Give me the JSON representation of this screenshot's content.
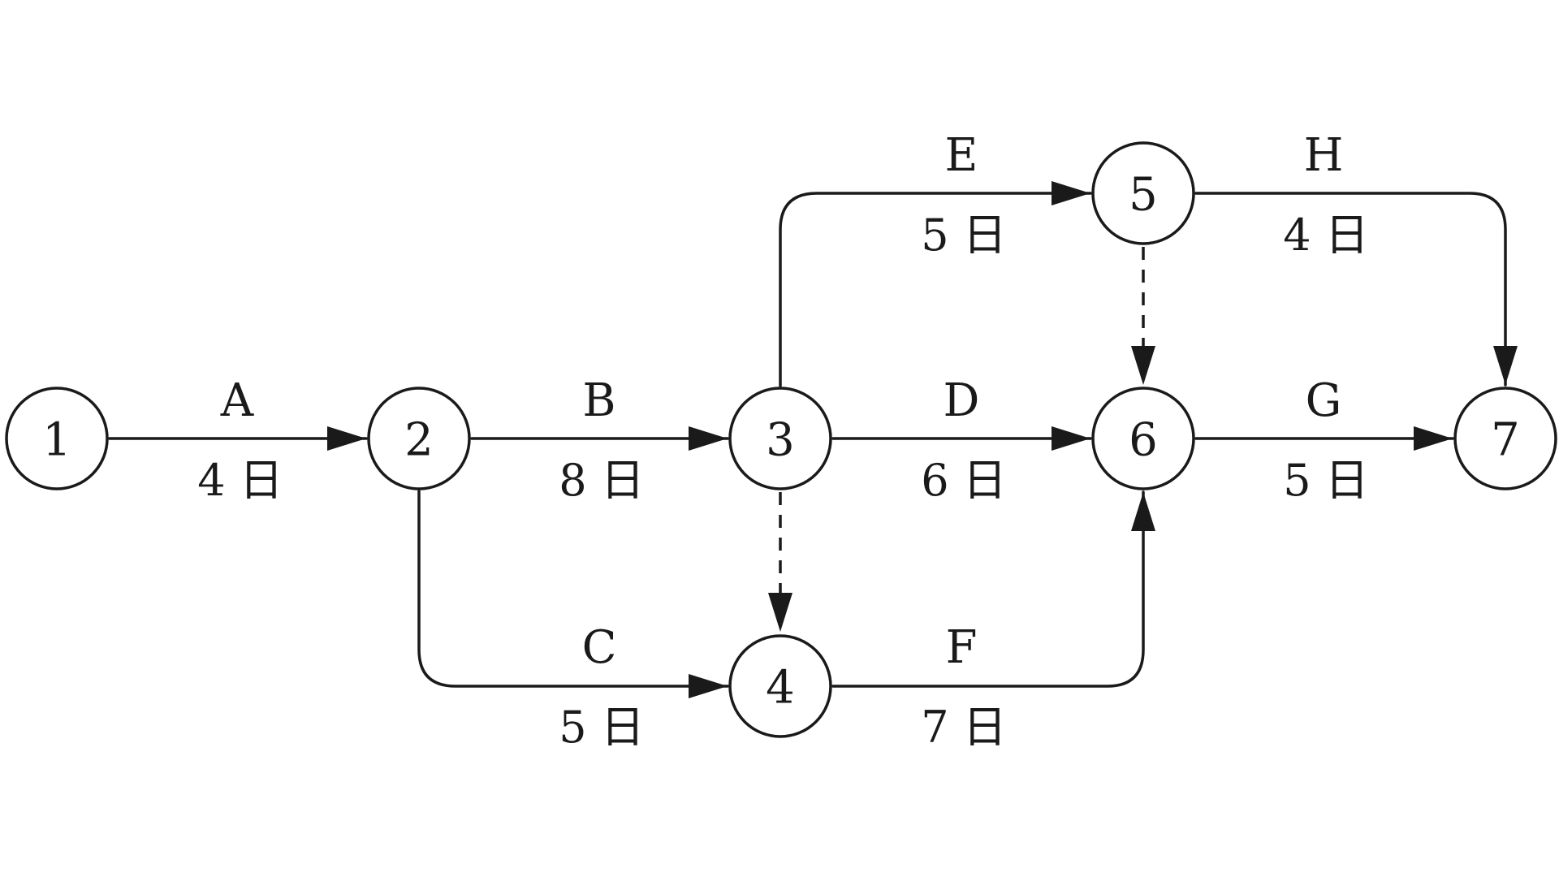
{
  "colors": {
    "ink": "#1a1a1a",
    "background": "#ffffff"
  },
  "nodes": [
    {
      "id": "1",
      "label": "1"
    },
    {
      "id": "2",
      "label": "2"
    },
    {
      "id": "3",
      "label": "3"
    },
    {
      "id": "4",
      "label": "4"
    },
    {
      "id": "5",
      "label": "5"
    },
    {
      "id": "6",
      "label": "6"
    },
    {
      "id": "7",
      "label": "7"
    }
  ],
  "activities": [
    {
      "name": "A",
      "duration": "4 日",
      "from": "1",
      "to": "2"
    },
    {
      "name": "B",
      "duration": "8 日",
      "from": "2",
      "to": "3"
    },
    {
      "name": "C",
      "duration": "5 日",
      "from": "2",
      "to": "4"
    },
    {
      "name": "D",
      "duration": "6 日",
      "from": "3",
      "to": "6"
    },
    {
      "name": "E",
      "duration": "5 日",
      "from": "3",
      "to": "5"
    },
    {
      "name": "F",
      "duration": "7 日",
      "from": "4",
      "to": "6"
    },
    {
      "name": "G",
      "duration": "5 日",
      "from": "6",
      "to": "7"
    },
    {
      "name": "H",
      "duration": "4 日",
      "from": "5",
      "to": "7"
    }
  ],
  "dummy_activities": [
    {
      "from": "3",
      "to": "4"
    },
    {
      "from": "5",
      "to": "6"
    }
  ]
}
